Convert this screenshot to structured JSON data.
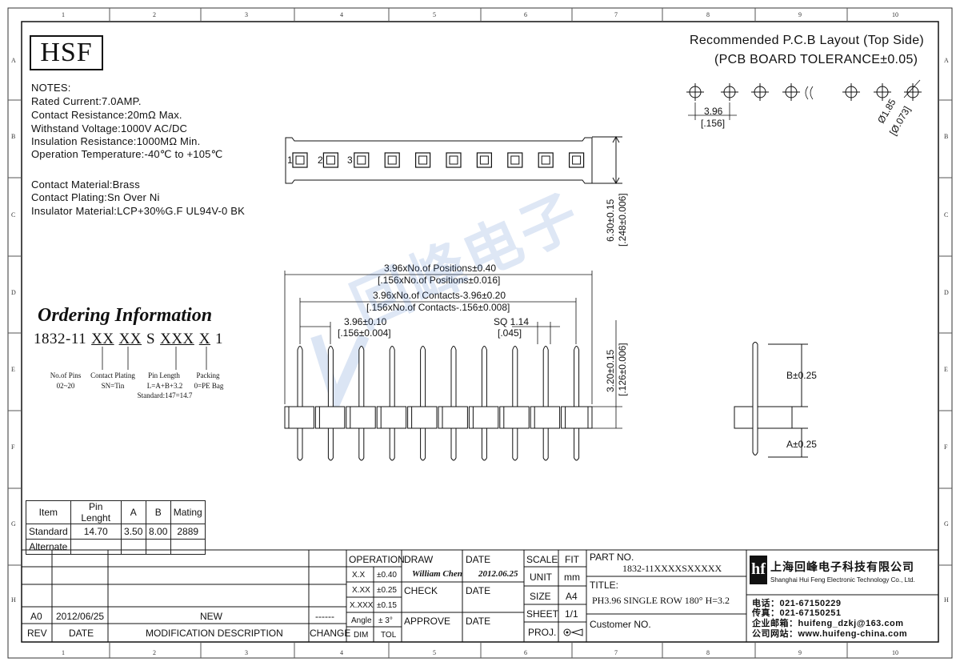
{
  "logo": "HSF",
  "grid": {
    "cols": [
      "1",
      "2",
      "3",
      "4",
      "5",
      "6",
      "7",
      "8",
      "9",
      "10"
    ],
    "rows": [
      "A",
      "B",
      "C",
      "D",
      "E",
      "F",
      "G",
      "H"
    ]
  },
  "pcb_layout": {
    "title": "Recommended P.C.B Layout (Top Side)",
    "subtitle": "(PCB BOARD TOLERANCE±0.05)",
    "pitch": "3.96",
    "pitch_in": "[.156]",
    "hole": "Ø1.85",
    "hole_in": "[Ø.073]"
  },
  "notes": {
    "heading": "NOTES:",
    "lines": [
      "Rated Current:7.0AMP.",
      "Contact Resistance:20mΩ Max.",
      "Withstand Voltage:1000V AC/DC",
      "Insulation Resistance:1000MΩ Min.",
      "Operation Temperature:-40℃ to +105℃"
    ],
    "materials": [
      "Contact Material:Brass",
      "Contact Plating:Sn Over Ni",
      "Insulator Material:LCP+30%G.F UL94V-0 BK"
    ]
  },
  "top_view": {
    "pin_labels": [
      "1",
      "2",
      "3"
    ],
    "height": "6.30±0.15",
    "height_in": "[.248±0.006]"
  },
  "front_view": {
    "overall": "3.96xNo.of Positions±0.40",
    "overall_in": "[.156xNo.of Positions±0.016]",
    "contacts": "3.96xNo.of Contacts-3.96±0.20",
    "contacts_in": "[.156xNo.of Contacts-.156±0.008]",
    "pitch": "3.96±0.10",
    "pitch_in": "[.156±0.004]",
    "square": "SQ 1.14",
    "square_in": "[.045]",
    "insulator": "3.20±0.15",
    "insulator_in": "[.126±0.006]"
  },
  "side_view": {
    "b": "B±0.25",
    "a": "A±0.25"
  },
  "ordering": {
    "title": "Ordering Information",
    "prefix": "1832-11",
    "parts": [
      "XX",
      "XX",
      "S",
      "XXX",
      "X",
      "1"
    ],
    "legend": {
      "pins": "No.of Pins",
      "pins_range": "02~20",
      "plating": "Contact Plating",
      "plating_code": "SN=Tin",
      "length": "Pin Length",
      "length_formula": "L=A+B+3.2",
      "length_std": "Standard:147=14.7",
      "packing": "Packing",
      "packing_code": "0=PE Bag"
    }
  },
  "pin_table": {
    "headers": [
      "Item",
      "Pin Lenght",
      "A",
      "B",
      "Mating"
    ],
    "rows": [
      [
        "Standard",
        "14.70",
        "3.50",
        "8.00",
        "2889"
      ],
      [
        "Alternate",
        "",
        "",
        "",
        ""
      ]
    ]
  },
  "revision": {
    "row": [
      "A0",
      "2012/06/25",
      "NEW",
      "------"
    ],
    "headers": [
      "REV",
      "DATE",
      "MODIFICATION  DESCRIPTION",
      "CHANGE"
    ]
  },
  "title_block": {
    "operation": "OPERATION",
    "tolerances": [
      [
        "X.X",
        "±0.40"
      ],
      [
        "X.XX",
        "±0.25"
      ],
      [
        "X.XXX",
        "±0.15"
      ],
      [
        "Angle",
        "± 3°"
      ],
      [
        "DIM",
        "TOL"
      ]
    ],
    "draw": "DRAW",
    "drawer": "William Chen",
    "date_label": "DATE",
    "draw_date": "2012.06.25",
    "check": "CHECK",
    "approve": "APPROVE",
    "scale": "SCALE",
    "scale_val": "FIT",
    "unit": "UNIT",
    "unit_val": "mm",
    "size": "SIZE",
    "size_val": "A4",
    "sheet": "SHEET",
    "sheet_val": "1/1",
    "proj": "PROJ.",
    "part_no_label": "PART NO.",
    "part_no": "1832-11XXXXSXXXXX",
    "title_label": "TITLE:",
    "title": "PH3.96 SINGLE ROW 180° H=3.2",
    "customer": "Customer NO."
  },
  "company": {
    "logo": "hf",
    "cn": "上海回峰电子科技有限公司",
    "en": "Shanghai Hui Feng Electronic Technology Co., Ltd.",
    "phone": "电话：021-67150229",
    "fax": "传真：021-67150251",
    "email": "企业邮箱：huifeng_dzkj@163.com",
    "web": "公司网站：www.huifeng-china.com"
  },
  "watermark": "回峰电子"
}
